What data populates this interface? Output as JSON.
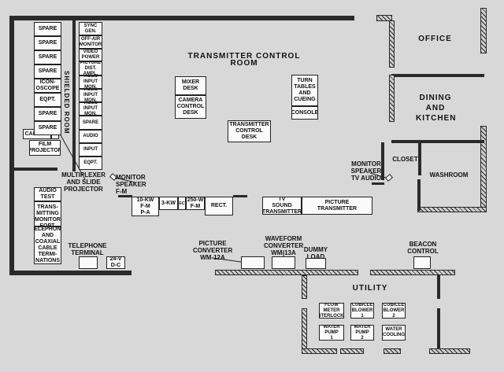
{
  "rooms": {
    "transmitter_control_room": "TRANSMITTER CONTROL ROOM",
    "office": "OFFICE",
    "dining_kitchen": "DINING\nAND\nKITCHEN",
    "closet": "CLOSET",
    "washroom": "WASHROOM",
    "utility": "UTILITY",
    "shielded_room": "SHIELDED ROOM"
  },
  "left_rack": [
    "SPARE",
    "SPARE",
    "SPARE",
    "SPARE",
    "ICON-\nOSCOPE",
    "EQPT.",
    "SPARE",
    "SPARE"
  ],
  "right_rack": [
    "SYNC\nGEN.",
    "OFF-AIR\nMONITOR",
    "VIDEO\nPOWER",
    "PICTURE\nDIST.\nAMPL.",
    "VIDEO\nINPUT\nMON.",
    "VIDEO\nINPUT\nMON.",
    "VIDEO\nINPUT\nMON.",
    "SPARE",
    "AUDIO",
    "INPUT",
    "EQPT."
  ],
  "camera": "CAMERA",
  "film_projector": "FILM\nPROJECTOR",
  "multiplexer": "MULTIPLEXER\nAND SLIDE\nPROJECTOR",
  "audio_rack": [
    "AUDIO\nTEST",
    "R-F TRANS-\nMITTING\nMONITOR\nEQPT.",
    "TELEPHONE\nAND\nCOAXIAL\nCABLE\nTERMI-\nNATIONS"
  ],
  "mixer_desk": "MIXER\nDESK",
  "camera_control_desk": "CAMERA\nCONTROL\nDESK",
  "turntables": "TURN\nTABLES\nAND\nCUEING",
  "console": "CONSOLE",
  "transmitter_control_desk": "TRANSMITTER\nCONTROL\nDESK",
  "monitor_speaker_fm": "MONITOR\nSPEAKER\nF-M",
  "monitor_speaker_tv": "MONITOR\nSPEAKER\nTV AUDIO",
  "tx_row": [
    "10-KW\nF-M\nP-A",
    "3-KW",
    "RECT.",
    "250-W\nF-M",
    "RECT."
  ],
  "tv_sound": "TV\nSOUND\nTRANSMITTER",
  "picture_transmitter": "PICTURE\nTRANSMITTER",
  "telephone_terminal": "TELEPHONE\nTERMINAL",
  "dc_24v": "24-V\nD-C",
  "picture_converter": "PICTURE\nCONVERTER\nWM-12A",
  "waveform_converter": "WAVEFORM\nCONVERTER\nWM-13A",
  "dummy_load": "DUMMY\nLOAD",
  "beacon_control": "BEACON\nCONTROL",
  "utility_boxes": [
    "FLOW\nMETER\nINTERLOCKS",
    "CUBICLE\nBLOWER\n1",
    "CUBICLE\nBLOWER\n2",
    "WATER\nPUMP\n1",
    "WATER\nPUMP\n2",
    "WATER\nCOOLING"
  ]
}
